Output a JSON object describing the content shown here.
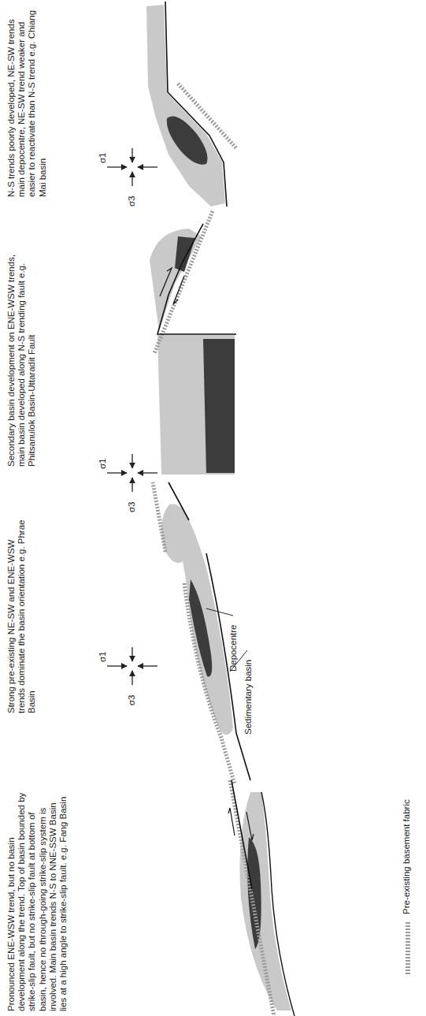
{
  "diagram": {
    "labels": [
      "N-S trends poorly developed, NE-SW trends main depocentre, NE-SW trend weaker and easier to reactivate than N-S trend e.g. Chiang Mai basin",
      "σ1",
      "σ3",
      "Secondary basin development on ENE-WSW trends, main basin developed along N-S trending fault e.g. Phitsanulok Basin-Uttaradit Fault",
      "σ1",
      "σ3",
      "Strong pre-existing NE-SW and ENE-WSW trends dominate the basin orientation e.g. Phrae Basin",
      "σ1",
      "σ3",
      "Depocentre",
      "Sedimentary basin",
      "Pronounced ENE-WSW trend, but no basin development along the trend. Top of basin bounded by strike-slip fault, but no strike-slip fault at bottom of basin, hence no through-going strike-slip system is involved. Main basin trends N-S to NNE-SSW Basin lies at a high angle to strike-slip fault. e.g. Fang Basin"
    ],
    "legend": [
      {
        "text": "Pre-existing basement fabric"
      }
    ]
  }
}
